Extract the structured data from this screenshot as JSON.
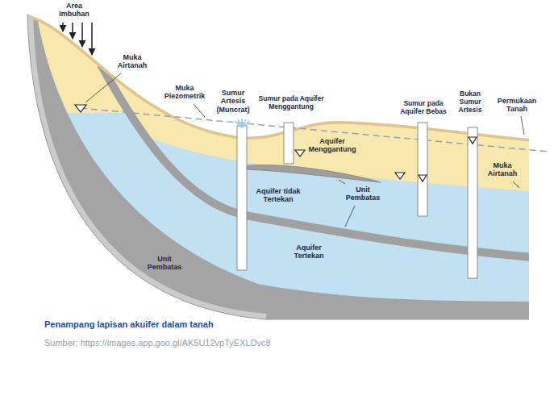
{
  "diagram": {
    "caption": "Penampang lapisan akuifer dalam tanah",
    "labels": [
      "Area Imbuhan",
      "Muka Airtanah",
      "Muka Piezometrik",
      "Sumur Artesis (Muncrat)",
      "Sumur pada Aquifer Menggantung",
      "Sumur pada Aquifer Bebas",
      "Bukan Sumur Artesis",
      "Permukaan Tanah",
      "Aquifer Menggantung",
      "Muka Airtanah",
      "Aquifer tidak Tertekan",
      "Unit Pembatas",
      "Unit Pembatas",
      "Aquifer Tertekan",
      "Sumber: https://images.app.goo.gl/AK5U12vpTyEXLDvc8"
    ]
  }
}
